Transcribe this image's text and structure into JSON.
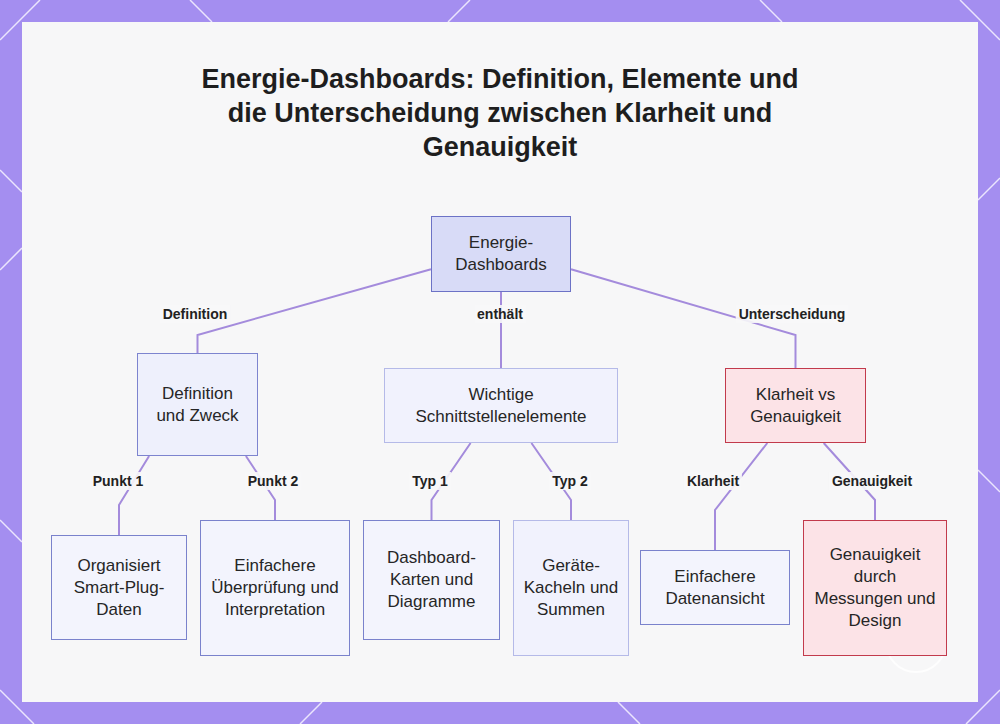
{
  "diagram": {
    "title": "Energie-Dashboards: Definition, Elemente und die Unterscheidung zwischen Klarheit und Genauigkeit",
    "nodes": [
      {
        "text": [
          "Energie-Dashboards"
        ]
      },
      {
        "text": [
          "Definition und Zweck"
        ]
      },
      {
        "text": [
          "Wichtige Schnittstellenelemente"
        ]
      },
      {
        "text": [
          "Klarheit vs Genauigkeit"
        ]
      },
      {
        "text": [
          "Organisiert Smart-Plug-Daten"
        ]
      },
      {
        "text": [
          "Einfachere Überprüfung und Interpretation"
        ]
      },
      {
        "text": [
          "Dashboard-Karten und Diagramme"
        ]
      },
      {
        "text": [
          "Geräte-Kacheln und Summen"
        ]
      },
      {
        "text": [
          "Einfachere Datenansicht"
        ]
      },
      {
        "text": [
          "Genauigkeit durch Messungen und Design"
        ]
      }
    ],
    "edges": [
      {
        "from": 0,
        "to": 1,
        "arrow": "none",
        "label": "Definition"
      },
      {
        "from": 0,
        "to": 2,
        "arrow": "none",
        "label": "enthält"
      },
      {
        "from": 0,
        "to": 3,
        "arrow": "none",
        "label": "Unterscheidung"
      },
      {
        "from": 1,
        "to": 4,
        "arrow": "none",
        "label": "Punkt 1"
      },
      {
        "from": 1,
        "to": 5,
        "arrow": "none",
        "label": "Punkt 2"
      },
      {
        "from": 2,
        "to": 6,
        "arrow": "none",
        "label": "Typ 1"
      },
      {
        "from": 2,
        "to": 7,
        "arrow": "none",
        "label": "Typ 2"
      },
      {
        "from": 3,
        "to": 8,
        "arrow": "none",
        "label": "Klarheit"
      },
      {
        "from": 3,
        "to": 9,
        "arrow": "none",
        "label": "Genauigkeit"
      }
    ]
  }
}
